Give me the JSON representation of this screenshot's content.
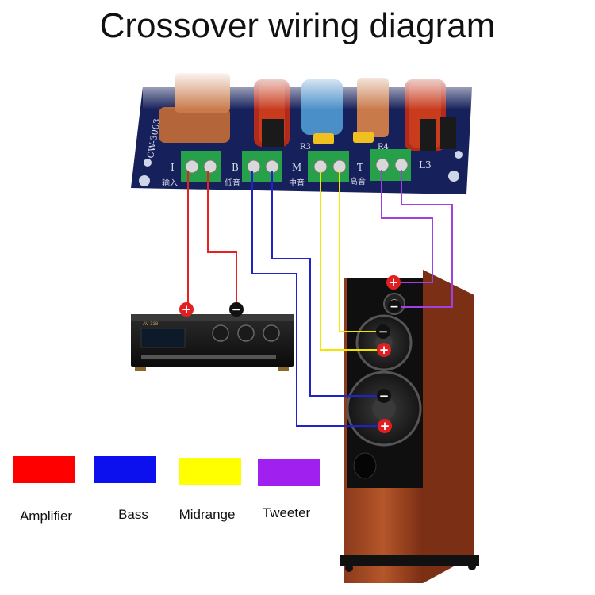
{
  "title": "Crossover wiring diagram",
  "board": {
    "model": "CW-3003",
    "terminal_labels": [
      "I",
      "B",
      "M",
      "T",
      "L3"
    ],
    "terminal_cn": [
      "输入",
      "低音",
      "中音",
      "高音"
    ],
    "component_labels": [
      "R3",
      "R4"
    ]
  },
  "amplifier": {
    "model": "AV-338",
    "polarity": [
      "+",
      "−"
    ]
  },
  "speaker": {
    "polarity_marks": [
      "+",
      "−",
      "−",
      "+",
      "−",
      "+"
    ]
  },
  "legend": [
    {
      "label": "Amplifier",
      "color": "#ff0000"
    },
    {
      "label": "Bass",
      "color": "#0d10ee"
    },
    {
      "label": "Midrange",
      "color": "#ffff00"
    },
    {
      "label": "Tweeter",
      "color": "#a020f0"
    }
  ],
  "wire_colors": {
    "amplifier": "#e82020",
    "bass": "#2222cc",
    "midrange": "#f2e600",
    "tweeter": "#a040e0"
  }
}
